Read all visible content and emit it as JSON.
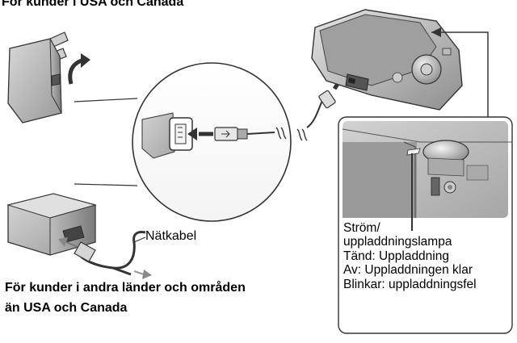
{
  "titles": {
    "usa_canada": "För kunder i USA och Canada",
    "other_line1": "För kunder i andra länder och områden",
    "other_line2": "än USA och Canada"
  },
  "labels": {
    "power_cable": "Nätkabel",
    "lamp_line1": "Ström/",
    "lamp_line2": "uppladdningslampa",
    "lamp_line3": "Tänd: Uppladdning",
    "lamp_line4": "Av: Uppladdningen klar",
    "lamp_line5": "Blinkar: uppladdningsfel"
  }
}
